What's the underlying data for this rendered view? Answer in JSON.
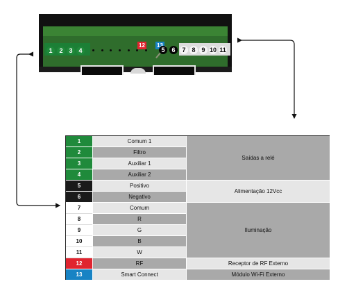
{
  "board": {
    "top_terminals": [
      {
        "label": "12",
        "color": "#e0242f"
      },
      {
        "label": "13",
        "color": "#1883c4"
      }
    ],
    "left_terminals": [
      "1",
      "2",
      "3",
      "4"
    ],
    "right_black_terminals": [
      "5",
      "6"
    ],
    "right_white_terminals": [
      "7",
      "8",
      "9",
      "10",
      "11"
    ]
  },
  "table": {
    "rows": [
      {
        "num": "1",
        "name": "Comum 1",
        "num_bg": "#1f8a3b",
        "num_fg": "#ffffff"
      },
      {
        "num": "2",
        "name": "Filtro",
        "num_bg": "#1f8a3b",
        "num_fg": "#ffffff"
      },
      {
        "num": "3",
        "name": "Auxiliar 1",
        "num_bg": "#1f8a3b",
        "num_fg": "#ffffff"
      },
      {
        "num": "4",
        "name": "Auxiliar 2",
        "num_bg": "#1f8a3b",
        "num_fg": "#ffffff"
      },
      {
        "num": "5",
        "name": "Positivo",
        "num_bg": "#1a1a1a",
        "num_fg": "#ffffff"
      },
      {
        "num": "6",
        "name": "Negativo",
        "num_bg": "#1a1a1a",
        "num_fg": "#ffffff"
      },
      {
        "num": "7",
        "name": "Comum",
        "num_bg": "#ffffff",
        "num_fg": "#111111"
      },
      {
        "num": "8",
        "name": "R",
        "num_bg": "#ffffff",
        "num_fg": "#111111"
      },
      {
        "num": "9",
        "name": "G",
        "num_bg": "#ffffff",
        "num_fg": "#111111"
      },
      {
        "num": "10",
        "name": "B",
        "num_bg": "#ffffff",
        "num_fg": "#111111"
      },
      {
        "num": "11",
        "name": "W",
        "num_bg": "#ffffff",
        "num_fg": "#111111"
      },
      {
        "num": "12",
        "name": "RF",
        "num_bg": "#e0242f",
        "num_fg": "#ffffff"
      },
      {
        "num": "13",
        "name": "Smart Connect",
        "num_bg": "#1883c4",
        "num_fg": "#ffffff"
      }
    ],
    "groups": [
      {
        "label": "Saídas a relé",
        "from": 0,
        "span": 4
      },
      {
        "label": "Alimentação 12Vcc",
        "from": 4,
        "span": 2
      },
      {
        "label": "Iluminação",
        "from": 6,
        "span": 5
      },
      {
        "label": "Receptor de RF Externo",
        "from": 11,
        "span": 1
      },
      {
        "label": "Módulo Wi-Fi Externo",
        "from": 12,
        "span": 1
      }
    ]
  }
}
